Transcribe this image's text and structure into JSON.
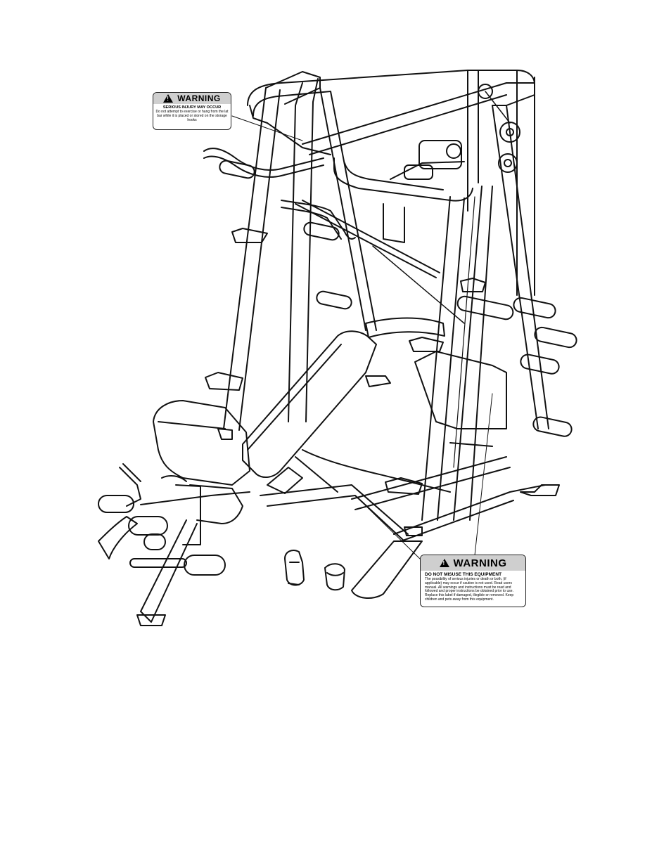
{
  "labels": {
    "top": {
      "heading": "WARNING",
      "subheading": "SERIOUS INJURY MAY OCCUR",
      "body": "Do not attempt to exercise or hang from the lat bar while it is placed or stored on the storage hooks"
    },
    "bottom": {
      "heading": "WARNING",
      "subheading": "DO NOT MISUSE THIS EQUIPMENT",
      "body": "The possibility of serious injuries or death or both, (if applicable) may occur if caution is not used. Read users manual. All warnings and instructions must be read and followed and proper instructions be obtained prior to use. Replace this label if damaged, illegible or removed. Keep children and pets away from this equipment."
    }
  },
  "icons": {
    "warning": "warning-triangle-icon"
  }
}
